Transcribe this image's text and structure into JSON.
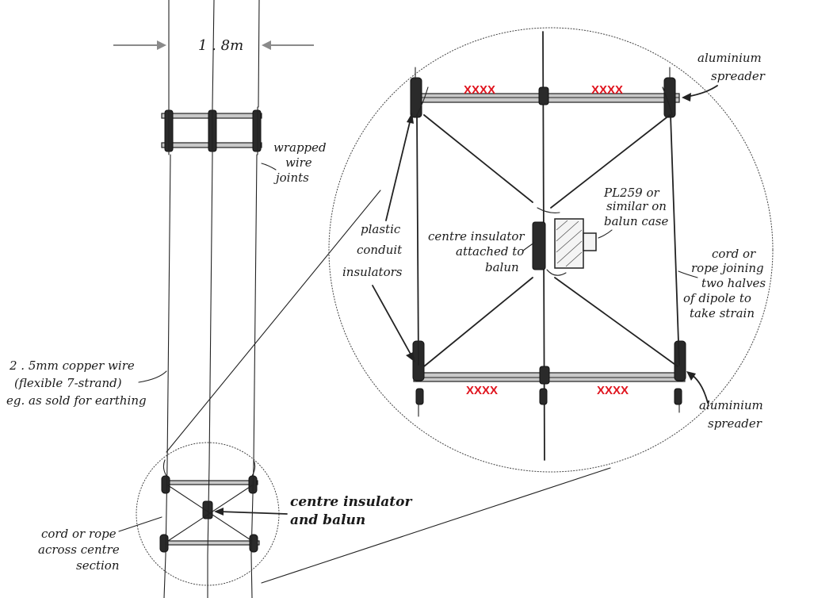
{
  "labels": {
    "width": "1 . 8m",
    "wrapped_joints": [
      "wrapped",
      "wire",
      "joints"
    ],
    "copper_wire": [
      "2 . 5mm copper wire",
      "(flexible 7-strand)",
      "eg. as sold for earthing"
    ],
    "cord_rope_centre": [
      "cord or rope",
      "across centre",
      "section"
    ],
    "centre_insulator_balun": [
      "centre insulator",
      "and balun"
    ],
    "plastic_conduit": [
      "plastic",
      "conduit",
      "insulators"
    ],
    "centre_insulator_attached": [
      "centre insulator",
      "attached to",
      "balun"
    ],
    "pl259": [
      "PL259 or",
      "similar on",
      "balun case"
    ],
    "aluminium_spreader_top": [
      "aluminium",
      "spreader"
    ],
    "cord_rope_joining": [
      "cord or",
      "rope joining",
      "two halves",
      "of dipole to",
      "take strain"
    ],
    "aluminium_spreader_bottom": [
      "aluminium",
      "spreader"
    ]
  },
  "redactions": [
    "XXXX",
    "XXXX",
    "XXXX",
    "XXXX"
  ]
}
